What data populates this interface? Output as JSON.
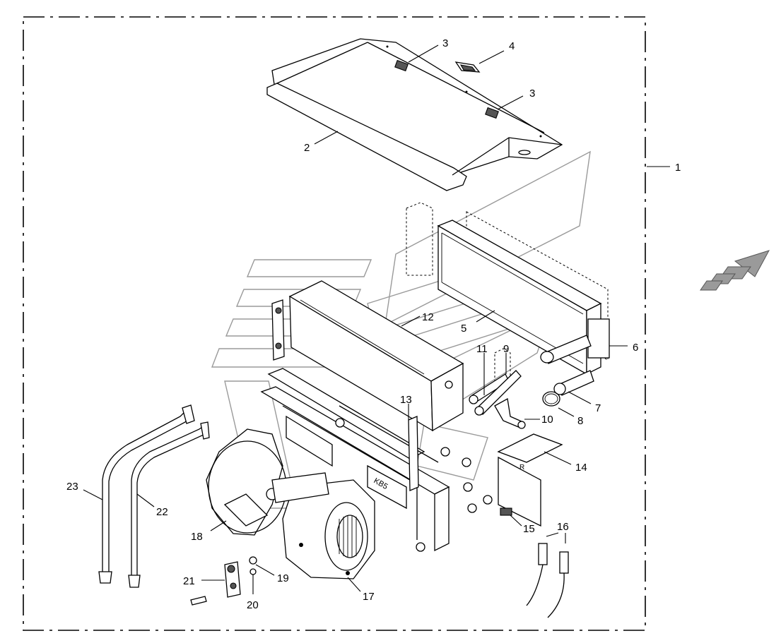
{
  "callouts": [
    {
      "id": "1",
      "text": "1"
    },
    {
      "id": "2",
      "text": "2"
    },
    {
      "id": "3a",
      "text": "3"
    },
    {
      "id": "3b",
      "text": "3"
    },
    {
      "id": "4",
      "text": "4"
    },
    {
      "id": "5",
      "text": "5"
    },
    {
      "id": "6",
      "text": "6"
    },
    {
      "id": "7",
      "text": "7"
    },
    {
      "id": "8",
      "text": "8"
    },
    {
      "id": "9",
      "text": "9"
    },
    {
      "id": "10",
      "text": "10"
    },
    {
      "id": "11",
      "text": "11"
    },
    {
      "id": "12",
      "text": "12"
    },
    {
      "id": "13",
      "text": "13"
    },
    {
      "id": "14",
      "text": "14"
    },
    {
      "id": "15",
      "text": "15"
    },
    {
      "id": "16",
      "text": "16"
    },
    {
      "id": "17",
      "text": "17"
    },
    {
      "id": "18",
      "text": "18"
    },
    {
      "id": "19",
      "text": "19"
    },
    {
      "id": "20",
      "text": "20"
    },
    {
      "id": "21",
      "text": "21"
    },
    {
      "id": "22",
      "text": "22"
    },
    {
      "id": "23",
      "text": "23"
    }
  ],
  "unit_nameplate": "KB5"
}
